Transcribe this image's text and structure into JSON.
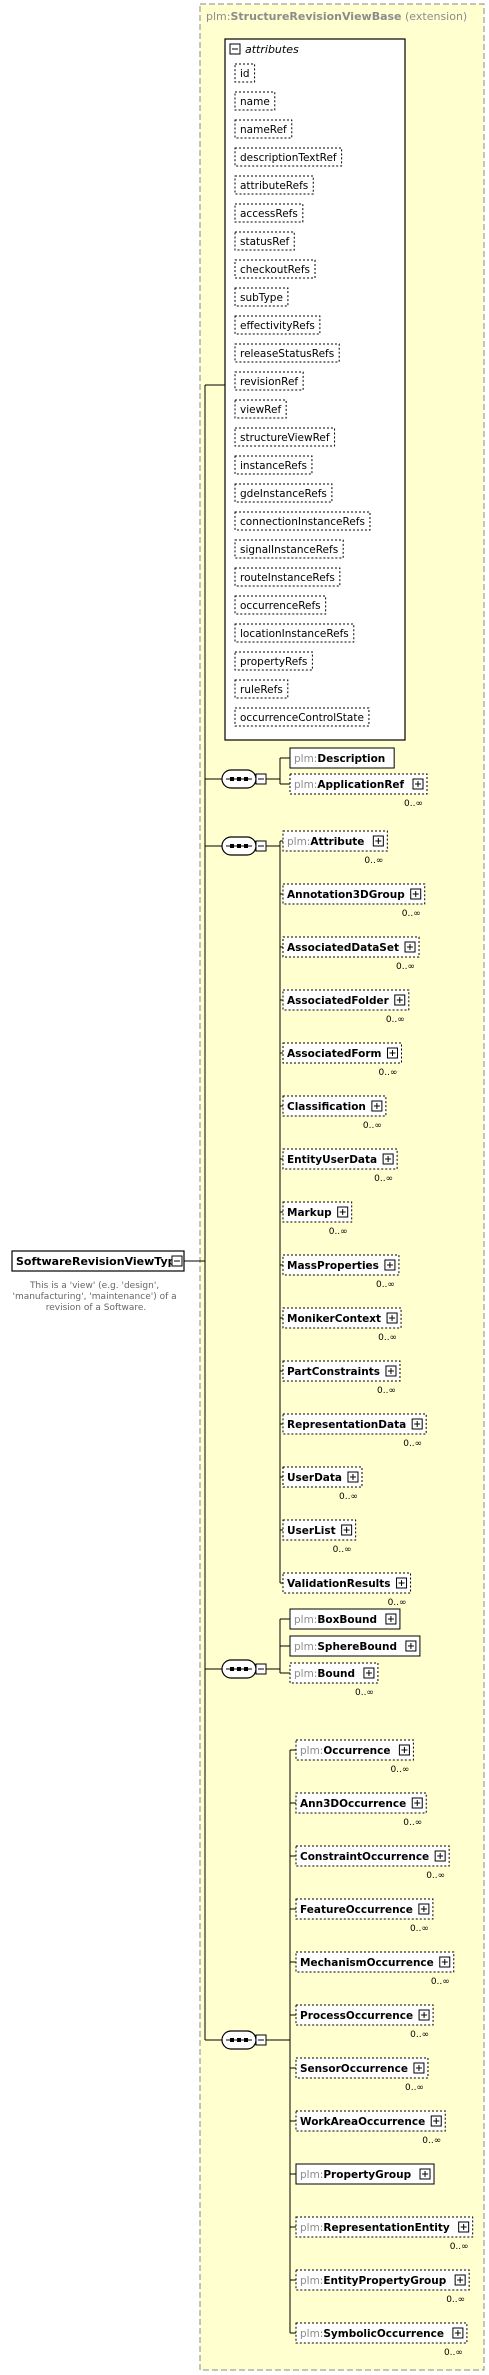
{
  "extension_header": {
    "prefix": "plm:",
    "name": "StructureRevisionViewBase",
    "suffix": " (extension)"
  },
  "attributes_label": "attributes",
  "attributes": [
    {
      "name": "id",
      "required": false
    },
    {
      "name": "name",
      "required": false
    },
    {
      "name": "nameRef",
      "required": false
    },
    {
      "name": "descriptionTextRef",
      "required": false
    },
    {
      "name": "attributeRefs",
      "required": false
    },
    {
      "name": "accessRefs",
      "required": false
    },
    {
      "name": "statusRef",
      "required": false
    },
    {
      "name": "checkoutRefs",
      "required": false
    },
    {
      "name": "subType",
      "required": false
    },
    {
      "name": "effectivityRefs",
      "required": false
    },
    {
      "name": "releaseStatusRefs",
      "required": false
    },
    {
      "name": "revisionRef",
      "required": false
    },
    {
      "name": "viewRef",
      "required": false
    },
    {
      "name": "structureViewRef",
      "required": false
    },
    {
      "name": "instanceRefs",
      "required": false
    },
    {
      "name": "gdeInstanceRefs",
      "required": false
    },
    {
      "name": "connectionInstanceRefs",
      "required": false
    },
    {
      "name": "signalInstanceRefs",
      "required": false
    },
    {
      "name": "routeInstanceRefs",
      "required": false
    },
    {
      "name": "occurrenceRefs",
      "required": false
    },
    {
      "name": "locationInstanceRefs",
      "required": false
    },
    {
      "name": "propertyRefs",
      "required": false
    },
    {
      "name": "ruleRefs",
      "required": false
    },
    {
      "name": "occurrenceControlState",
      "required": false
    }
  ],
  "root": {
    "name": "SoftwareRevisionViewType",
    "description": [
      "This is a 'view' (e.g. 'design',",
      "'manufacturing', 'maintenance') of a",
      "revision of a Software."
    ]
  },
  "groups": [
    {
      "elements": [
        {
          "prefix": "plm:",
          "name": "Description",
          "cardinality": "",
          "expandable": false
        },
        {
          "prefix": "plm:",
          "name": "ApplicationRef",
          "cardinality": "0..∞",
          "expandable": true
        }
      ]
    },
    {
      "elements": [
        {
          "prefix": "plm:",
          "name": "Attribute",
          "cardinality": "0..∞",
          "expandable": true,
          "head": true
        },
        {
          "prefix": "",
          "name": "Annotation3DGroup",
          "cardinality": "0..∞",
          "expandable": true
        },
        {
          "prefix": "",
          "name": "AssociatedDataSet",
          "cardinality": "0..∞",
          "expandable": true
        },
        {
          "prefix": "",
          "name": "AssociatedFolder",
          "cardinality": "0..∞",
          "expandable": true
        },
        {
          "prefix": "",
          "name": "AssociatedForm",
          "cardinality": "0..∞",
          "expandable": true
        },
        {
          "prefix": "",
          "name": "Classification",
          "cardinality": "0..∞",
          "expandable": true
        },
        {
          "prefix": "",
          "name": "EntityUserData",
          "cardinality": "0..∞",
          "expandable": true
        },
        {
          "prefix": "",
          "name": "Markup",
          "cardinality": "0..∞",
          "expandable": true
        },
        {
          "prefix": "",
          "name": "MassProperties",
          "cardinality": "0..∞",
          "expandable": true
        },
        {
          "prefix": "",
          "name": "MonikerContext",
          "cardinality": "0..∞",
          "expandable": true
        },
        {
          "prefix": "",
          "name": "PartConstraints",
          "cardinality": "0..∞",
          "expandable": true
        },
        {
          "prefix": "",
          "name": "RepresentationData",
          "cardinality": "0..∞",
          "expandable": true
        },
        {
          "prefix": "",
          "name": "UserData",
          "cardinality": "0..∞",
          "expandable": true
        },
        {
          "prefix": "",
          "name": "UserList",
          "cardinality": "0..∞",
          "expandable": true
        },
        {
          "prefix": "",
          "name": "ValidationResults",
          "cardinality": "0..∞",
          "expandable": true
        }
      ]
    },
    {
      "elements": [
        {
          "prefix": "plm:",
          "name": "BoxBound",
          "cardinality": "",
          "expandable": true
        },
        {
          "prefix": "plm:",
          "name": "SphereBound",
          "cardinality": "",
          "expandable": true
        },
        {
          "prefix": "plm:",
          "name": "Bound",
          "cardinality": "0..∞",
          "expandable": true
        }
      ]
    },
    {
      "elements": [
        {
          "prefix": "plm:",
          "name": "Occurrence",
          "cardinality": "0..∞",
          "expandable": true,
          "head": true
        },
        {
          "prefix": "",
          "name": "Ann3DOccurrence",
          "cardinality": "0..∞",
          "expandable": true
        },
        {
          "prefix": "",
          "name": "ConstraintOccurrence",
          "cardinality": "0..∞",
          "expandable": true
        },
        {
          "prefix": "",
          "name": "FeatureOccurrence",
          "cardinality": "0..∞",
          "expandable": true
        },
        {
          "prefix": "",
          "name": "MechanismOccurrence",
          "cardinality": "0..∞",
          "expandable": true
        },
        {
          "prefix": "",
          "name": "ProcessOccurrence",
          "cardinality": "0..∞",
          "expandable": true
        },
        {
          "prefix": "",
          "name": "SensorOccurrence",
          "cardinality": "0..∞",
          "expandable": true
        },
        {
          "prefix": "",
          "name": "WorkAreaOccurrence",
          "cardinality": "0..∞",
          "expandable": true
        },
        {
          "prefix": "plm:",
          "name": "PropertyGroup",
          "cardinality": "",
          "expandable": true
        },
        {
          "prefix": "plm:",
          "name": "RepresentationEntity",
          "cardinality": "0..∞",
          "expandable": true
        },
        {
          "prefix": "plm:",
          "name": "EntityPropertyGroup",
          "cardinality": "0..∞",
          "expandable": true
        },
        {
          "prefix": "plm:",
          "name": "SymbolicOccurrence",
          "cardinality": "0..∞",
          "expandable": true
        }
      ]
    }
  ],
  "colors": {
    "extension_bg": "#ffffd0",
    "element_bg": "#ffffff",
    "stroke": "#000000",
    "prefix_text": "#8c8c8c",
    "dash_border": "#888888"
  }
}
